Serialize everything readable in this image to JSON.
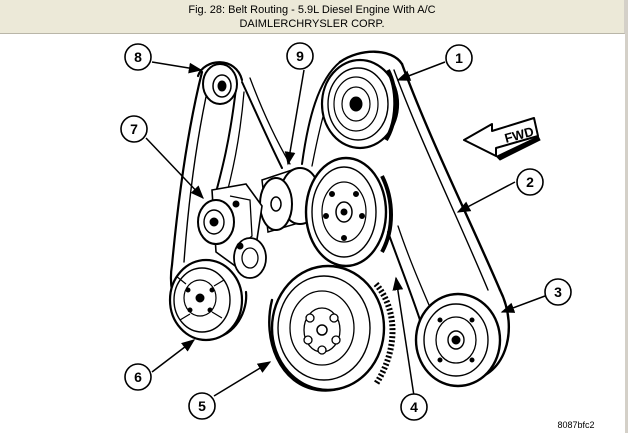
{
  "caption": {
    "title": "Fig. 28: Belt Routing - 5.9L Diesel Engine With A/C",
    "source": "DAIMLERCHRYSLER CORP."
  },
  "diagram": {
    "direction_label": "FWD",
    "callouts": [
      "1",
      "2",
      "3",
      "4",
      "5",
      "6",
      "7",
      "8",
      "9"
    ],
    "figure_code": "8087bfc2"
  }
}
